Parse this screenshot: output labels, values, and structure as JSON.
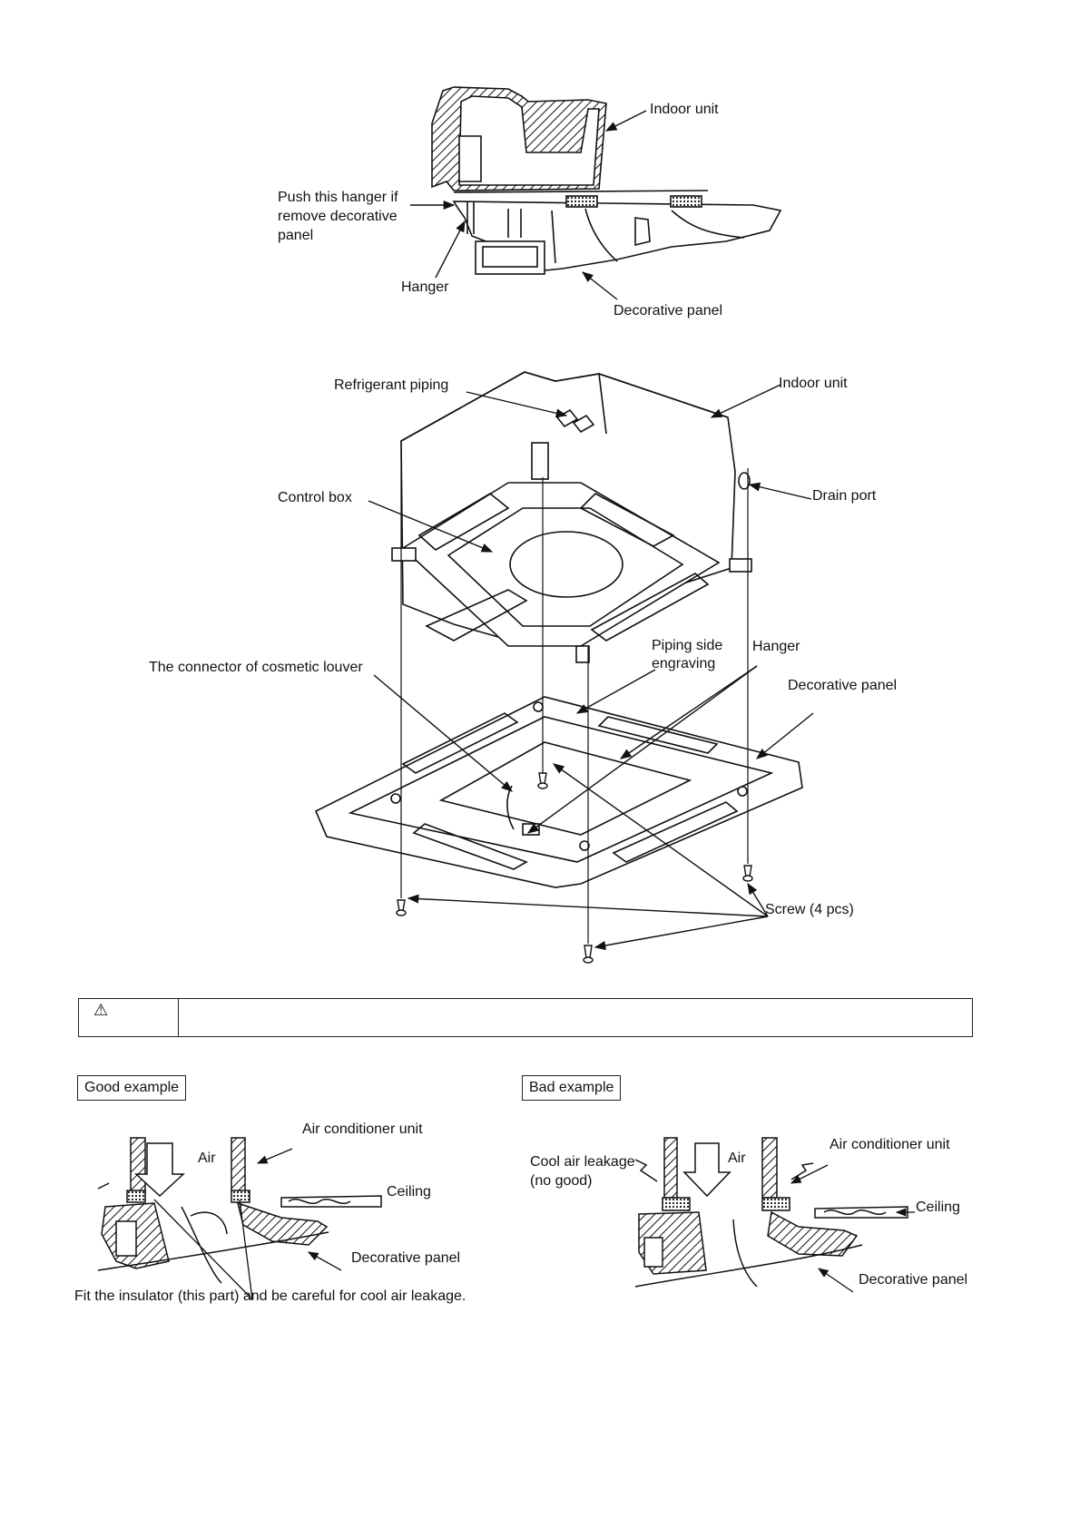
{
  "figure1": {
    "indoor_unit": "Indoor unit",
    "push_hanger": [
      "Push this hanger if",
      "remove decorative",
      "panel"
    ],
    "hanger": "Hanger",
    "decorative_panel": "Decorative panel"
  },
  "figure2": {
    "refrigerant_piping": "Refrigerant piping",
    "indoor_unit": "Indoor unit",
    "control_box": "Control box",
    "drain_port": "Drain port",
    "connector": "The connector of cosmetic louver",
    "piping_side": [
      "Piping side",
      "engraving"
    ],
    "hanger": "Hanger",
    "decorative_panel": "Decorative panel",
    "screw": "Screw (4 pcs)"
  },
  "caution": {
    "symbol": "⚠",
    "text": ""
  },
  "good": {
    "title": "Good example",
    "air_unit": "Air conditioner unit",
    "air": "Air",
    "ceiling": "Ceiling",
    "decorative_panel": "Decorative panel",
    "note": "Fit the insulator (this part) and be careful for cool air leakage."
  },
  "bad": {
    "title": "Bad example",
    "air_unit": "Air conditioner unit",
    "cool_air": [
      "Cool air leakage",
      "(no good)"
    ],
    "air": "Air",
    "ceiling": "Ceiling",
    "decorative_panel": "Decorative panel"
  }
}
